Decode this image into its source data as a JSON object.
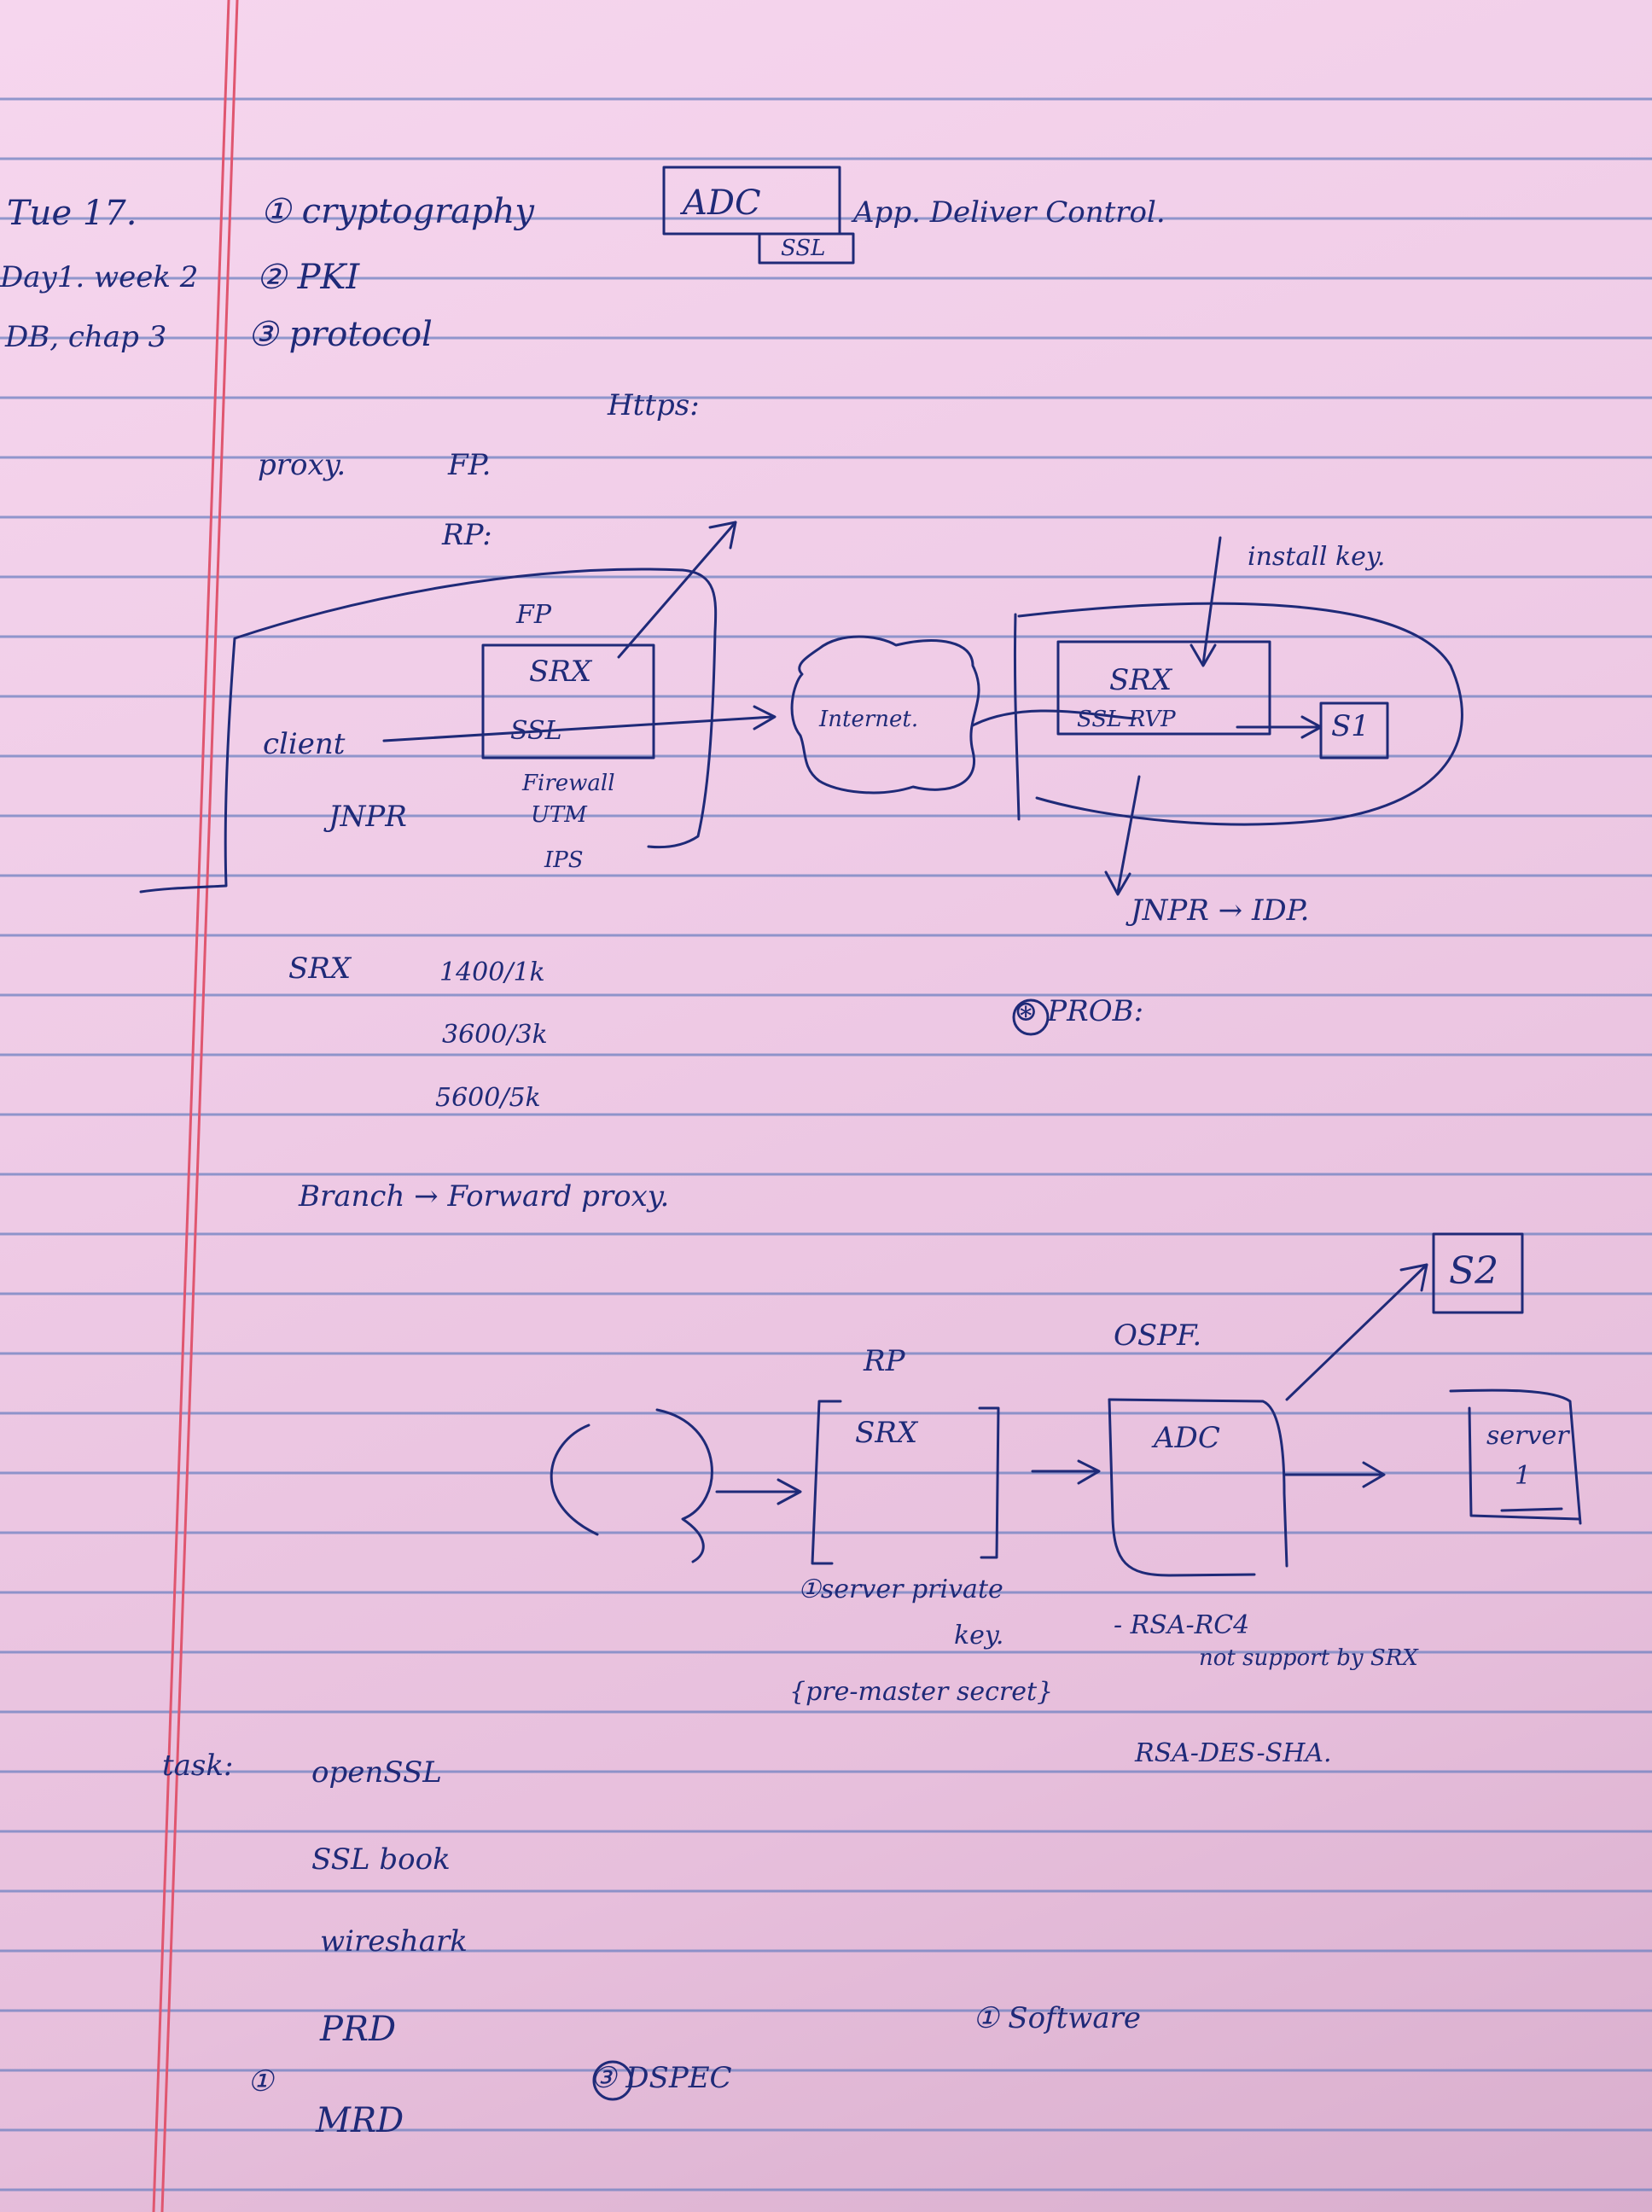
{
  "header": {
    "date": "Tue 17.",
    "week": "Day1. week 2",
    "chapter": "DB, chap 3",
    "topic1": "① cryptography",
    "topic2": "② PKI",
    "topic3": "③ protocol",
    "adc_box": "ADC",
    "adc_sub": "SSL",
    "adc_def": "App. Deliver Control."
  },
  "https": "Https:",
  "proxy": {
    "label": "proxy.",
    "fp": "FP.",
    "rp": "RP:"
  },
  "diagram1": {
    "fp": "FP",
    "srx": "SRX",
    "ssl": "SSL",
    "client": "client",
    "jnpr": "JNPR",
    "firewall": "Firewall",
    "utm": "UTM",
    "ips": "IPS",
    "internet": "Internet.",
    "install_key": "install key.",
    "srx_right": "SRX",
    "ssl_rvp": "SSL RVP",
    "s1": "S1",
    "jnpr_idp": "JNPR → IDP."
  },
  "srx_list": {
    "label": "SRX",
    "items": [
      "1400/1k",
      "3600/3k",
      "5600/5k"
    ]
  },
  "prob": "⊛ PROB:",
  "branch": "Branch → Forward proxy.",
  "diagram2": {
    "rp": "RP",
    "ospf": "OSPF.",
    "srx": "SRX",
    "adc": "ADC",
    "server": "server",
    "server_num": "1",
    "s2": "S2",
    "note1": "①server private",
    "note2": "key.",
    "note3": "{pre-master secret}",
    "rsa1": "- RSA-RC4",
    "rsa_note": "not support by SRX",
    "rsa2": "RSA-DES-SHA."
  },
  "tasks": {
    "label": "task:",
    "items": [
      "openSSL",
      "SSL book",
      "wireshark",
      "PRD",
      "MRD"
    ],
    "circle1": "①",
    "dspec": "③ DSPEC",
    "software": "① Software"
  }
}
